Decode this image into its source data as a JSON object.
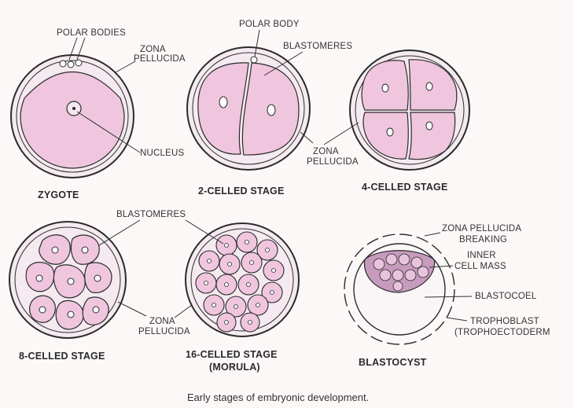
{
  "colors": {
    "cytoplasm": "#efc6de",
    "zona": "#f4eaf0",
    "outline": "#2b2b2b",
    "background": "#fbf8f7"
  },
  "labels": {
    "polar_bodies": "POLAR BODIES",
    "zona_pellucida_line1": "ZONA",
    "zona_pellucida_line2": "PELLUCIDA",
    "nucleus": "NUCLEUS",
    "polar_body": "POLAR BODY",
    "blastomeres": "BLASTOMERES",
    "zona_pellucida_breaking_line1": "ZONA PELLUCIDA",
    "zona_pellucida_breaking_line2": "BREAKING",
    "inner_cell_mass_line1": "INNER",
    "inner_cell_mass_line2": "CELL MASS",
    "blastocoel": "BLASTOCOEL",
    "trophoblast_line1": "TROPHOBLAST",
    "trophoblast_line2": "(TROPHOECTODERM"
  },
  "stages": {
    "zygote": "ZYGOTE",
    "two_celled": "2-CELLED STAGE",
    "four_celled": "4-CELLED STAGE",
    "eight_celled": "8-CELLED STAGE",
    "sixteen_celled_line1": "16-CELLED STAGE",
    "sixteen_celled_line2": "(MORULA)",
    "blastocyst": "BLASTOCYST"
  },
  "caption": "Early stages of embryonic development."
}
